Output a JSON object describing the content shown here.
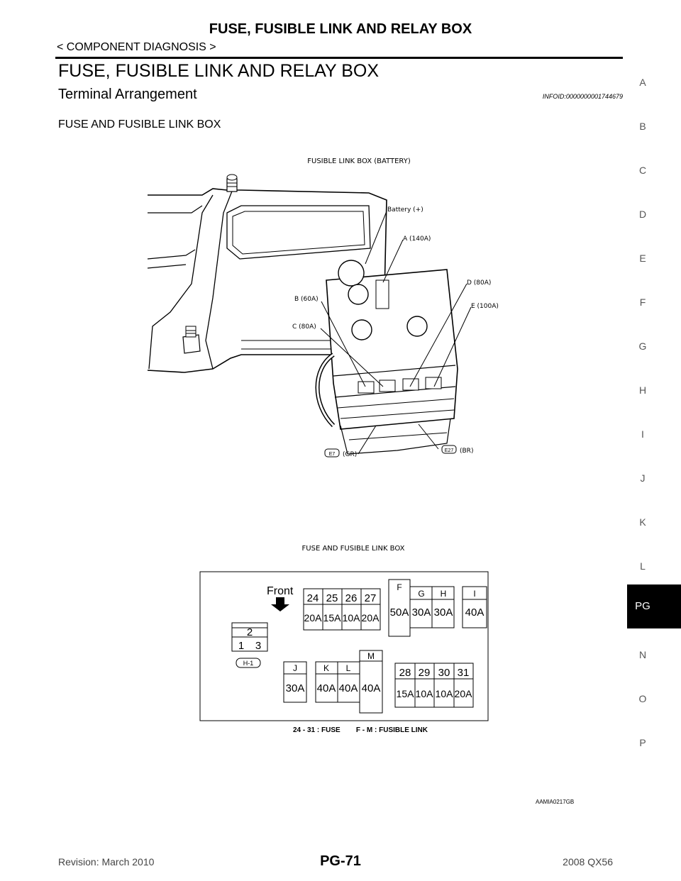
{
  "header": {
    "title": "FUSE, FUSIBLE LINK AND RELAY BOX",
    "subtitle": "< COMPONENT DIAGNOSIS >"
  },
  "section": {
    "title": "FUSE, FUSIBLE LINK AND RELAY BOX",
    "subtitle": "Terminal Arrangement",
    "info_id": "INFOID:0000000001744679",
    "figure_heading": "FUSE AND FUSIBLE LINK BOX"
  },
  "side_index": [
    "A",
    "B",
    "C",
    "D",
    "E",
    "F",
    "G",
    "H",
    "I",
    "J",
    "K",
    "L",
    "PG",
    "N",
    "O",
    "P"
  ],
  "figure1": {
    "title": "FUSIBLE LINK BOX (BATTERY)",
    "labels": [
      "Battery (+)",
      "A (140A)",
      "B (60A)",
      "C (80A)",
      "D (80A)",
      "E (100A)"
    ],
    "connectors": [
      {
        "id": "E7",
        "color": "(GR)"
      },
      {
        "id": "E27",
        "color": "(BR)"
      }
    ]
  },
  "figure2": {
    "title": "FUSE AND FUSIBLE LINK BOX",
    "front_label": "Front",
    "relay": {
      "top": "2",
      "bottom_left": "1",
      "bottom_right": "3",
      "tag": "H-1"
    },
    "fuses_top": {
      "numbers": [
        "24",
        "25",
        "26",
        "27"
      ],
      "ratings": [
        "20A",
        "15A",
        "10A",
        "20A"
      ]
    },
    "fuses_bottom": {
      "numbers": [
        "28",
        "29",
        "30",
        "31"
      ],
      "ratings": [
        "15A",
        "10A",
        "10A",
        "20A"
      ]
    },
    "links_top": [
      {
        "letter": "F",
        "rating": "50A"
      },
      {
        "letter": "G",
        "rating": "30A"
      },
      {
        "letter": "H",
        "rating": "30A"
      },
      {
        "letter": "I",
        "rating": "40A"
      }
    ],
    "links_bottom": [
      {
        "letter": "J",
        "rating": "30A"
      },
      {
        "letter": "K",
        "rating": "40A"
      },
      {
        "letter": "L",
        "rating": "40A"
      },
      {
        "letter": "M",
        "rating": "40A"
      }
    ],
    "caption": "24 - 31 : FUSE        F - M : FUSIBLE LINK"
  },
  "figure_id": "AAMIA0217GB",
  "footer": {
    "revision": "Revision: March 2010",
    "page": "PG-71",
    "model": "2008 QX56"
  }
}
